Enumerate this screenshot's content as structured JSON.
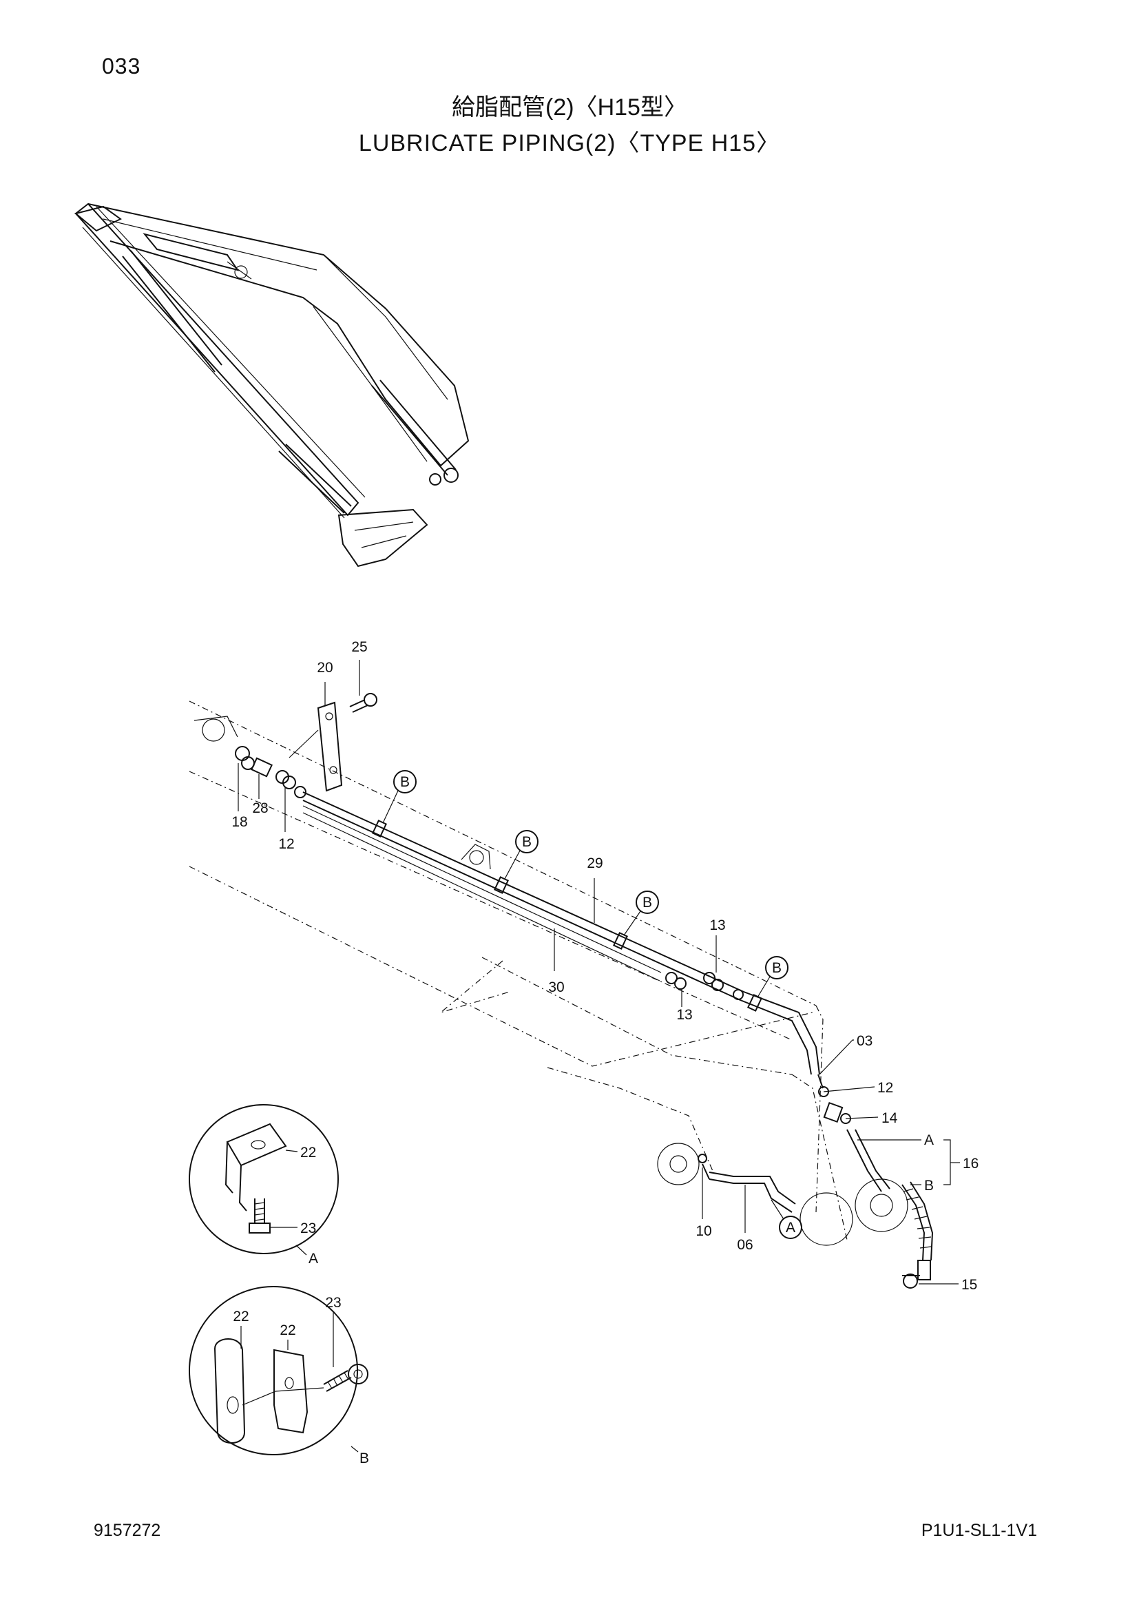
{
  "header": {
    "page_number": "033",
    "title_japanese": "給脂配管(2)〈H15型〉",
    "title_english": "LUBRICATE PIPING(2)〈TYPE H15〉"
  },
  "footer": {
    "left_code": "9157272",
    "right_code": "P1U1-SL1-1V1"
  },
  "callouts": {
    "c25": "25",
    "c20": "20",
    "c18": "18",
    "c28": "28",
    "c12a": "12",
    "c29": "29",
    "c30": "30",
    "c13a": "13",
    "c13b": "13",
    "c03": "03",
    "c12b": "12",
    "c14": "14",
    "cA": "A",
    "cB": "B",
    "c16": "16",
    "c10": "10",
    "c06": "06",
    "c15": "15",
    "c22a": "22",
    "c23a": "23",
    "detailA": "A",
    "c22b": "22",
    "c22c": "22",
    "c23b": "23",
    "detailB": "B"
  },
  "circle_markers": {
    "b1": "B",
    "b2": "B",
    "b3": "B",
    "b4": "B",
    "a1": "A"
  }
}
